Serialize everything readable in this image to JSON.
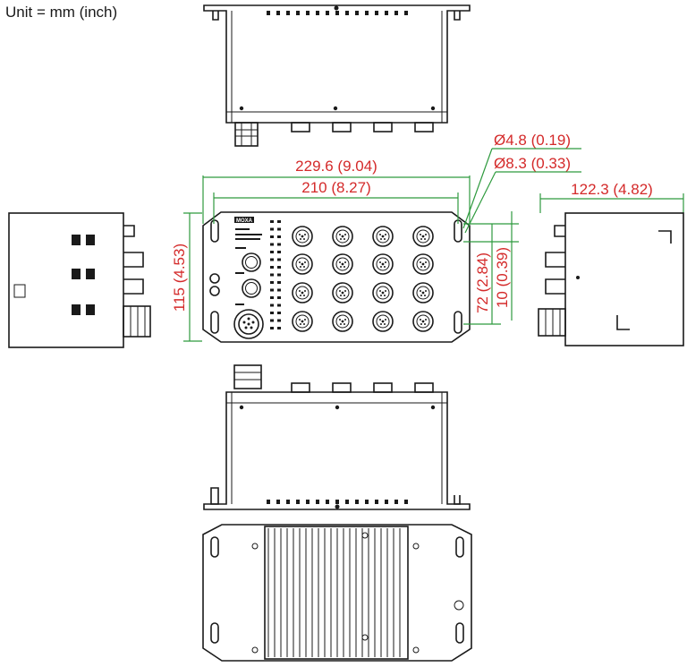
{
  "unit_label": "Unit = mm (inch)",
  "colors": {
    "outline": "#1a1a1a",
    "dimension_text": "#d42a2a",
    "dimension_line": "#2e9a3e"
  },
  "dimensions": {
    "overall_width": "229.6 (9.04)",
    "mount_hole_spacing": "210 (8.27)",
    "height": "115 (4.53)",
    "hole_small_dia": "Ø4.8 (0.19)",
    "hole_large_dia": "Ø8.3 (0.33)",
    "depth": "122.3 (4.82)",
    "slot_spacing": "72 (2.84)",
    "slot_length": "10 (0.39)"
  },
  "front_panel": {
    "brand": "MOXA"
  }
}
